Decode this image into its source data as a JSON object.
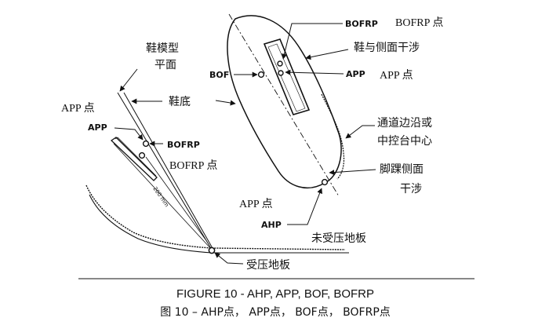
{
  "labels": {
    "shoe_model_plane": "鞋模型\n平面",
    "app_point_left": "APP 点",
    "sole": "鞋底",
    "app_small": "APP",
    "bofrp_small": "BOFRP",
    "bofrp_point_left": "BOFRP 点",
    "dimension": "200 mm",
    "bofrp_top": "BOFRP",
    "bofrp_point_top": "BOFRP 点",
    "shoe_side_interference": "鞋与侧面干涉",
    "bof": "BOF",
    "app_right": "APP",
    "app_point_right": "APP 点",
    "tunnel_edge": "通道边沿或\n中控台中心",
    "ankle_side_interference": "脚踝侧面\n干涉",
    "app_point_bottom": "APP 点",
    "ahp": "AHP",
    "uncompressed_floor": "未受压地板",
    "compressed_floor": "受压地板"
  },
  "caption": {
    "en": "FIGURE 10 - AHP, APP, BOF, BOFRP",
    "cn": "图 10 – AHP点， APP点， BOF点， BOFRP点"
  }
}
